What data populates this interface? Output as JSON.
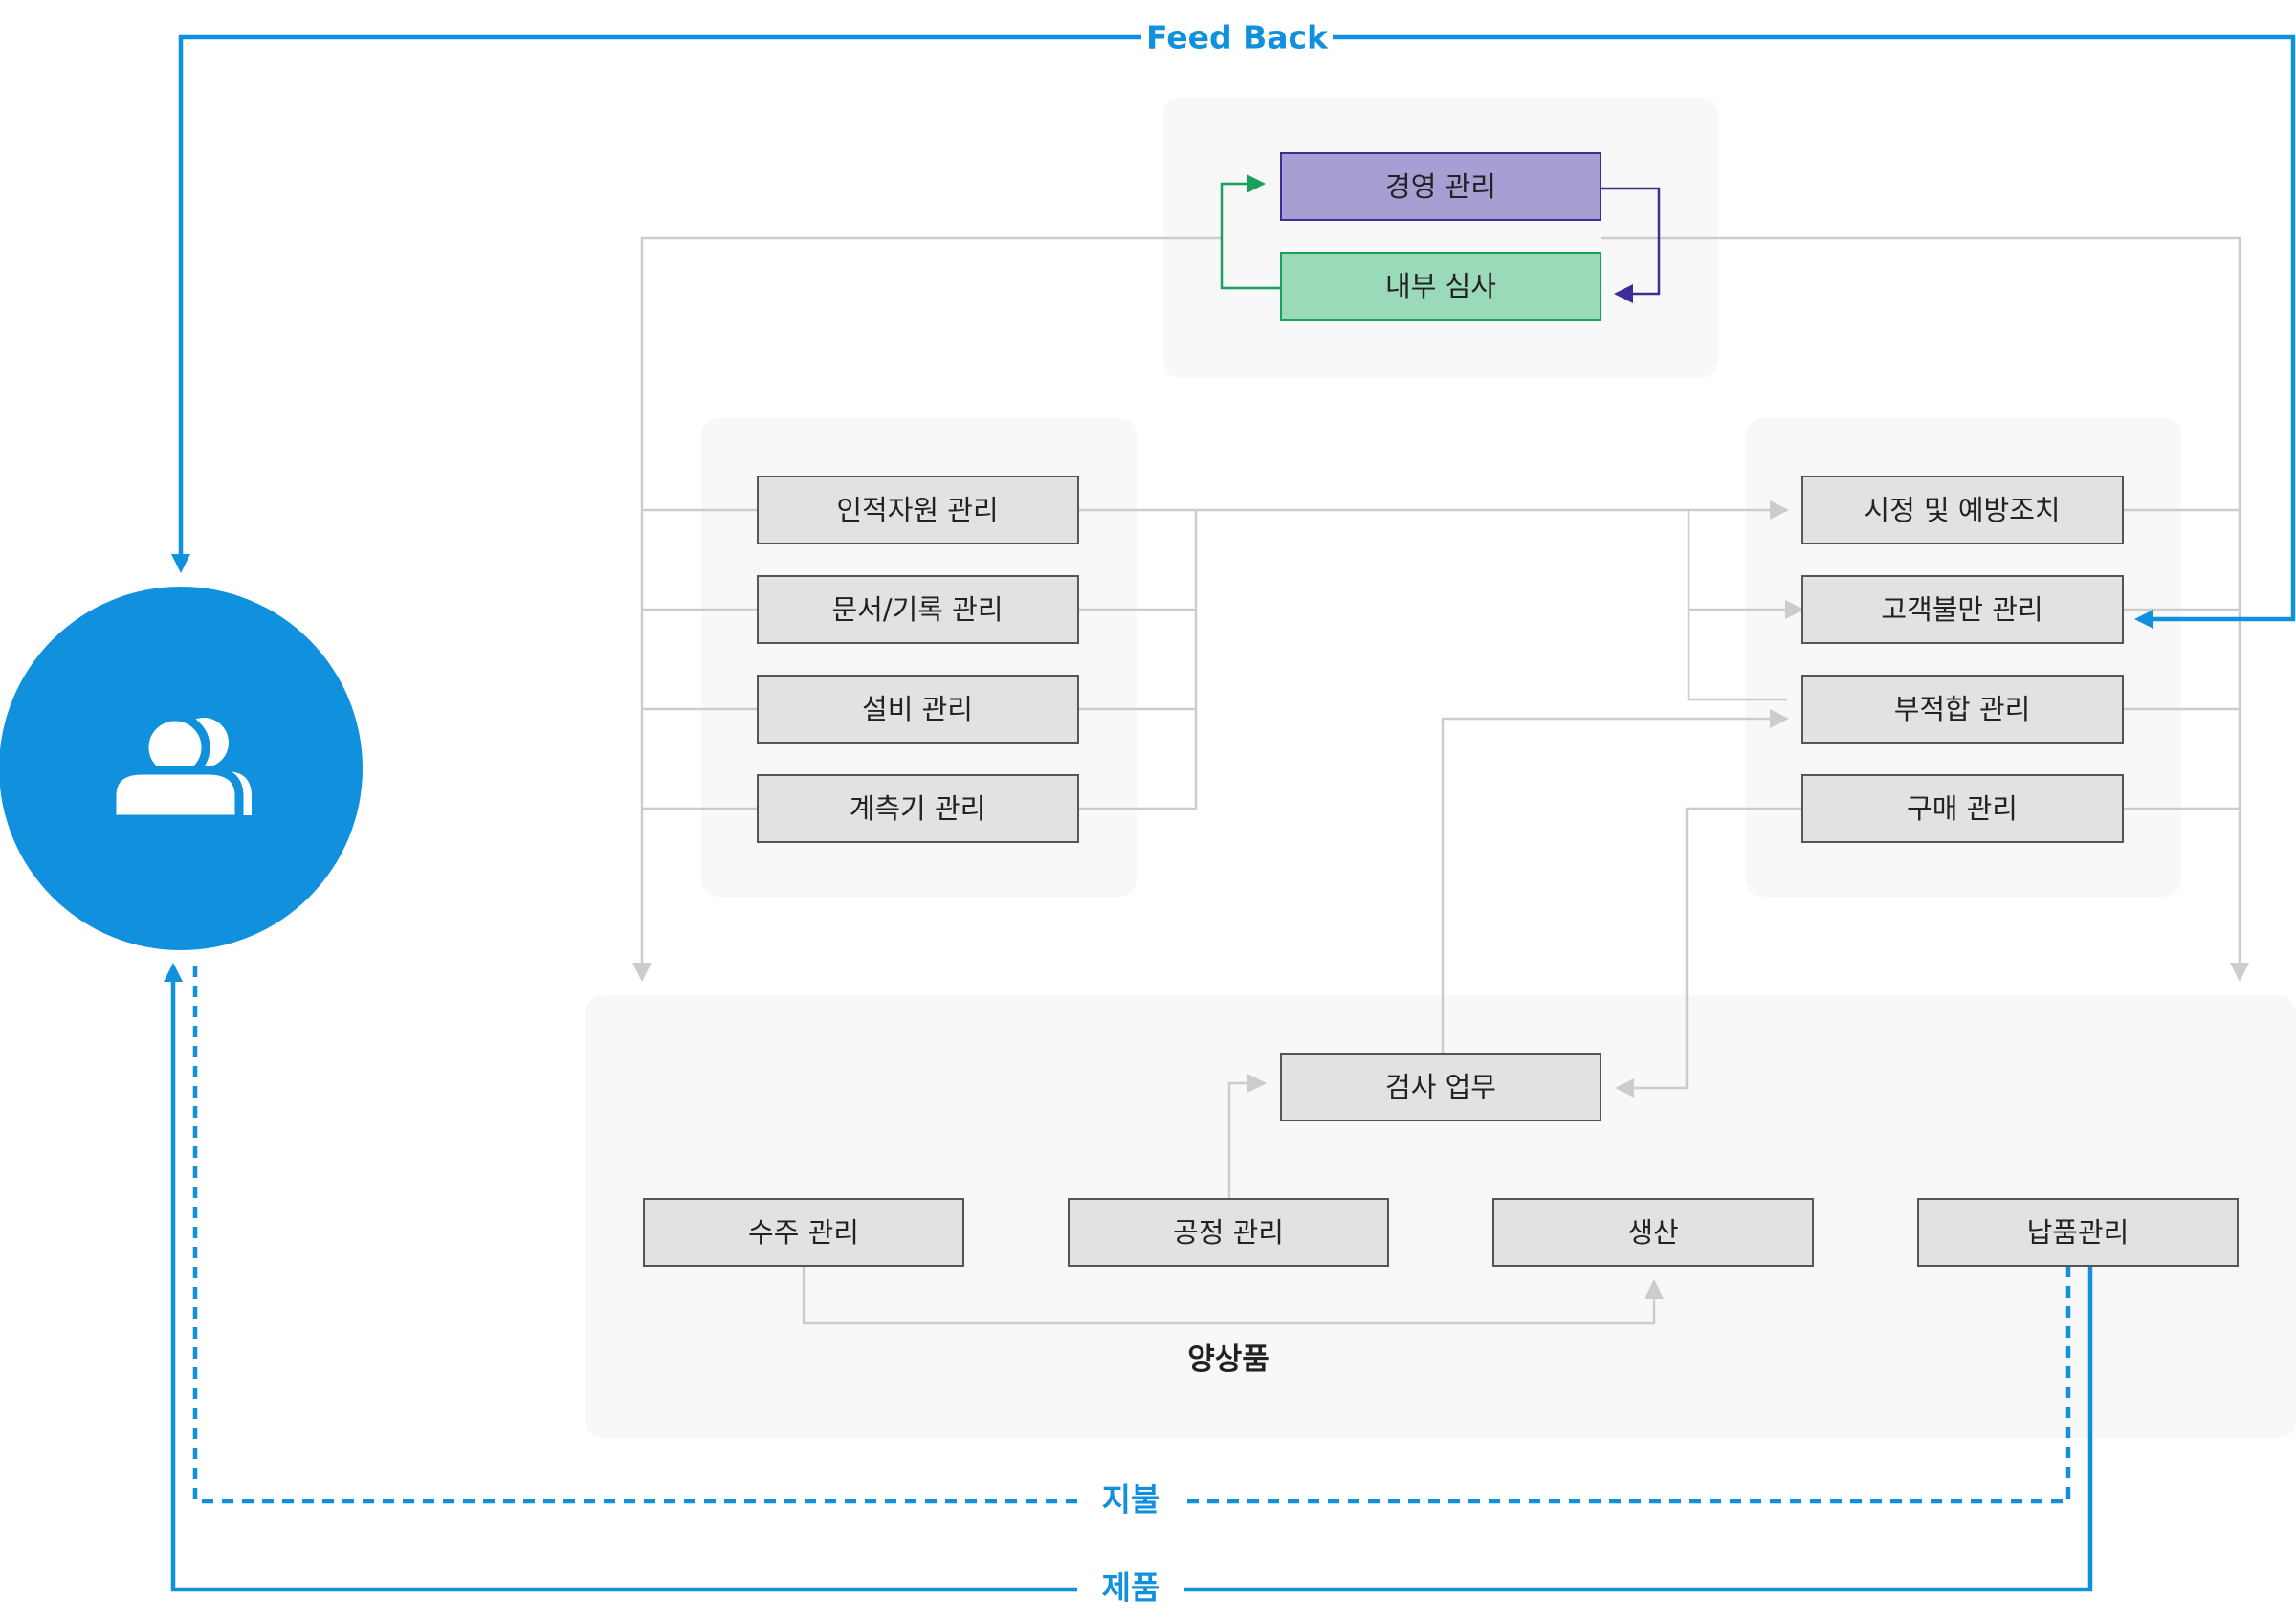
{
  "colors": {
    "blue": "#1191dd",
    "grey_line": "#cccccc",
    "box_fill": "#e2e2e2",
    "panel_fill": "#f8f8f8",
    "management_fill": "#a59fd4",
    "management_border": "#3d2d99",
    "audit_fill": "#9bdab8",
    "audit_border": "#1aa05a"
  },
  "labels": {
    "feedback": "Feed Back",
    "payment": "지불",
    "product": "제품",
    "good_product": "양상품"
  },
  "customer": {
    "icon": "users-icon"
  },
  "boxes": {
    "management": "경영 관리",
    "internal_audit": "내부 심사",
    "hr": "인적자원 관리",
    "document": "문서/기록 관리",
    "equipment": "설비 관리",
    "instrument": "계측기 관리",
    "corrective": "시정 및 예방조치",
    "complaint": "고객불만 관리",
    "nonconformity": "부적합 관리",
    "purchasing": "구매 관리",
    "inspection": "검사 업무",
    "order": "수주 관리",
    "process": "공정 관리",
    "production": "생산",
    "delivery": "납품관리"
  }
}
